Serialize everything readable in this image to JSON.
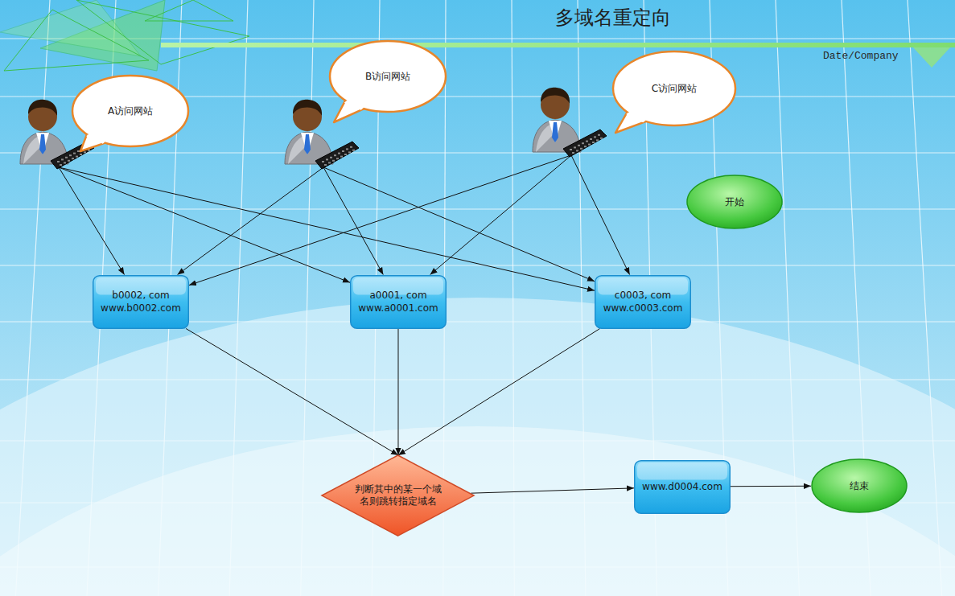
{
  "diagram": {
    "title": "多域名重定向",
    "nodes": [
      {
        "text": [
          "A访问网站"
        ]
      },
      {
        "text": [
          "B访问网站"
        ]
      },
      {
        "text": [
          "C访问网站"
        ]
      },
      {
        "text": [
          "开始"
        ]
      },
      {
        "text": [
          "b0002, com",
          "www.b0002.com"
        ]
      },
      {
        "text": [
          "a0001, com",
          "www.a0001.com"
        ]
      },
      {
        "text": [
          "c0003, com",
          "www.c0003.com"
        ]
      },
      {
        "text": [
          "判断其中的某一个域名则跳转指定域名"
        ]
      },
      {
        "text": [
          "www.d0004.com"
        ]
      },
      {
        "text": [
          "结束"
        ]
      }
    ],
    "edges": [
      {
        "from": 0,
        "to": 4,
        "arrow": "to"
      },
      {
        "from": 0,
        "to": 5,
        "arrow": "to"
      },
      {
        "from": 0,
        "to": 6,
        "arrow": "to"
      },
      {
        "from": 1,
        "to": 4,
        "arrow": "to"
      },
      {
        "from": 1,
        "to": 5,
        "arrow": "to"
      },
      {
        "from": 1,
        "to": 6,
        "arrow": "to"
      },
      {
        "from": 2,
        "to": 4,
        "arrow": "to"
      },
      {
        "from": 2,
        "to": 5,
        "arrow": "to"
      },
      {
        "from": 2,
        "to": 6,
        "arrow": "to"
      },
      {
        "from": 4,
        "to": 7,
        "arrow": "to"
      },
      {
        "from": 5,
        "to": 7,
        "arrow": "to"
      },
      {
        "from": 6,
        "to": 7,
        "arrow": "to"
      },
      {
        "from": 7,
        "to": 8,
        "arrow": "to"
      },
      {
        "from": 8,
        "to": 9,
        "arrow": "to"
      }
    ],
    "labels": [
      "Date/Company"
    ]
  }
}
